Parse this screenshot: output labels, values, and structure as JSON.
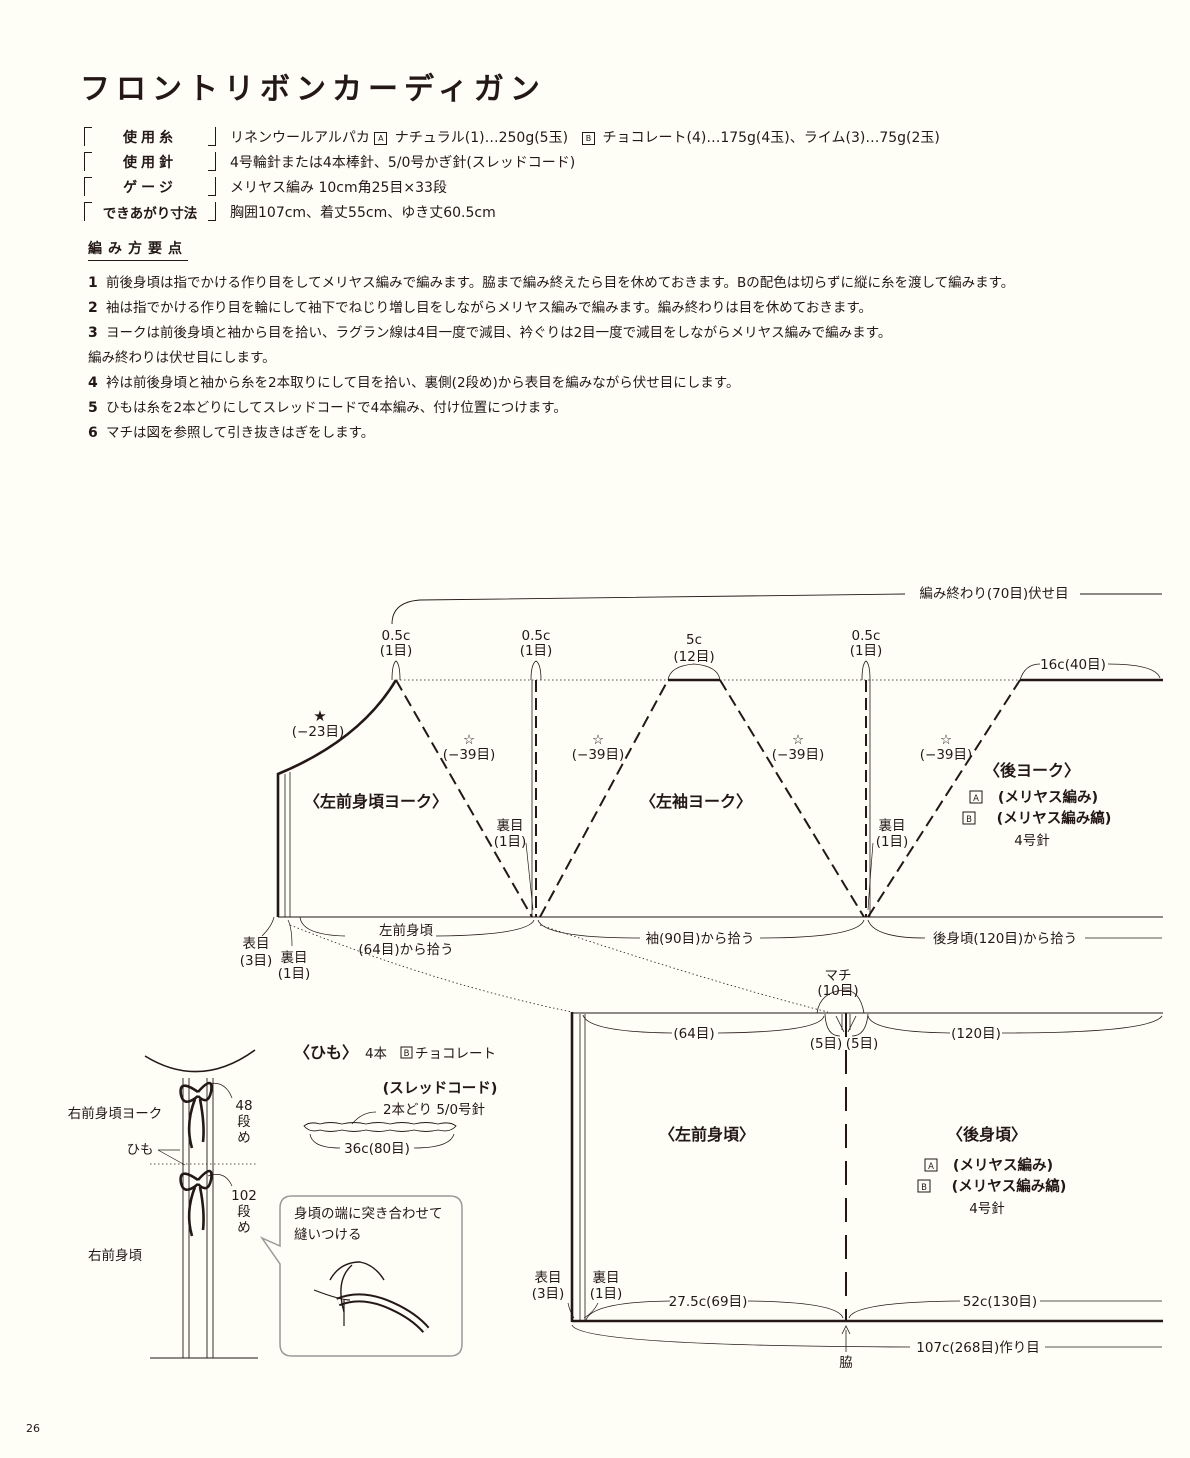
{
  "title": "フロントリボンカーディガン",
  "specs": [
    {
      "label": "使用糸",
      "parts": [
        "リネンウールアルパカ ",
        "A",
        " ナチュラル(1)…250g(5玉)　",
        "B",
        " チョコレート(4)…175g(4玉)、ライム(3)…75g(2玉)"
      ]
    },
    {
      "label": "使用針",
      "value": "4号輪針または4本棒針、5/0号かぎ針(スレッドコード)"
    },
    {
      "label": "ゲージ",
      "value": "メリヤス編み 10cm角25目×33段"
    },
    {
      "label": "できあがり寸法",
      "value": "胸囲107cm、着丈55cm、ゆき丈60.5cm"
    }
  ],
  "steps_heading": "編み方要点",
  "steps": [
    {
      "num": "1",
      "text": "前後身頃は指でかける作り目をしてメリヤス編みで編みます。脇まで編み終えたら目を休めておきます。Bの配色は切らずに縦に糸を渡して編みます。"
    },
    {
      "num": "2",
      "text": "袖は指でかける作り目を輪にして袖下でねじり増し目をしながらメリヤス編みで編みます。編み終わりは目を休めておきます。"
    },
    {
      "num": "3",
      "text": "ヨークは前後身頃と袖から目を拾い、ラグラン線は4目一度で減目、衿ぐりは2目一度で減目をしながらメリヤス編みで編みます。",
      "cont": "編み終わりは伏せ目にします。"
    },
    {
      "num": "4",
      "text": "衿は前後身頃と袖から糸を2本取りにして目を拾い、裏側(2段め)から表目を編みながら伏せ目にします。"
    },
    {
      "num": "5",
      "text": "ひもは糸を2本どりにしてスレッドコードで4本編み、付け位置につけます。"
    },
    {
      "num": "6",
      "text": "マチは図を参照して引き抜きはぎをします。"
    }
  ],
  "diagram": {
    "bind_off": "編み終わり(70目)伏せ目",
    "c05": "0.5c",
    "st1": "(1目)",
    "c5": "5c",
    "st12": "(12目)",
    "back_top": "16c(40目)",
    "star_black": "★",
    "star_white": "☆",
    "dec23": "(−23目)",
    "dec39": "(−39目)",
    "left_front_yoke": "〈左前身頃ヨーク〉",
    "left_sleeve_yoke": "〈左袖ヨーク〉",
    "back_yoke": "〈後ヨーク〉",
    "a_stockinette": "(メリヤス編み)",
    "b_stripe": "(メリヤス編み縞)",
    "needle4": "4号針",
    "purl": "裏目",
    "knit": "表目",
    "st3": "(3目)",
    "pick_front": "左前身頃",
    "pick_front2": "(64目)から拾う",
    "pick_sleeve": "袖(90目)から拾う",
    "pick_back": "後身頃(120目)から拾う",
    "gusset": "マチ",
    "st10": "(10目)",
    "st64": "(64目)",
    "st5": "(5目)",
    "st120": "(120目)",
    "left_front": "〈左前身頃〉",
    "back_body": "〈後身頃〉",
    "w_front": "27.5c(69目)",
    "w_back": "52c(130目)",
    "cast_on": "107c(268目)作り目",
    "side": "脇",
    "cord_title": "〈ひも〉",
    "cord_count": "4本",
    "cord_color": "チョコレート",
    "thread_cord": "(スレッドコード)",
    "two_strands": "2本どり  5/0号針",
    "cord_len": "36c(80目)",
    "r_front_yoke": "右前身頃ヨーク",
    "cord": "ひも",
    "r48": [
      "48",
      "段",
      "め"
    ],
    "r102": [
      "102",
      "段",
      "め"
    ],
    "r_front": "右前身頃",
    "bubble1": "身頃の端に突き合わせて",
    "bubble2": "縫いつける"
  },
  "page_number": "26"
}
